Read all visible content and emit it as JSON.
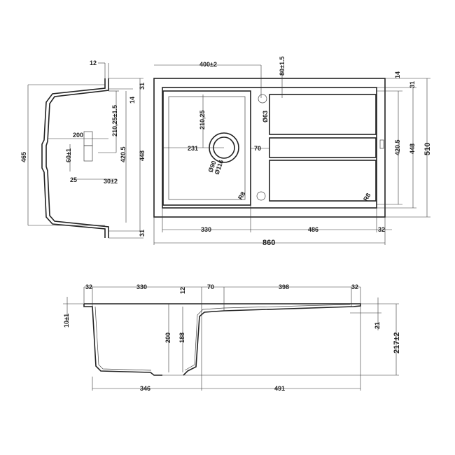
{
  "side_view": {
    "d12": "12",
    "d31_top": "31",
    "d14": "14",
    "d210": "210,25±1.5",
    "d200": "200",
    "d60": "60±1",
    "d25": "25",
    "d30": "30±2",
    "d420": "420.5",
    "d448": "448",
    "d465": "465",
    "d31_bot": "31"
  },
  "top_view": {
    "d400": "400±2",
    "d80": "80±1.5",
    "d14": "14",
    "d31": "31",
    "d63": "Ø63",
    "d210": "210,25",
    "d231": "231",
    "d70": "70",
    "d90": "Ø90",
    "d116": "Ø116",
    "r8a": "R8",
    "r8b": "R8",
    "d420": "420.5",
    "d448": "448",
    "d510": "510",
    "d330": "330",
    "d486": "486",
    "d32": "32",
    "d860": "860"
  },
  "section_view": {
    "d32a": "32",
    "d330": "330",
    "d12": "12",
    "d70": "70",
    "d398": "398",
    "d32b": "32",
    "d10": "10±1",
    "d200": "200",
    "d188": "188",
    "d21": "21",
    "d217": "217±2",
    "d346": "346",
    "d491": "491"
  }
}
